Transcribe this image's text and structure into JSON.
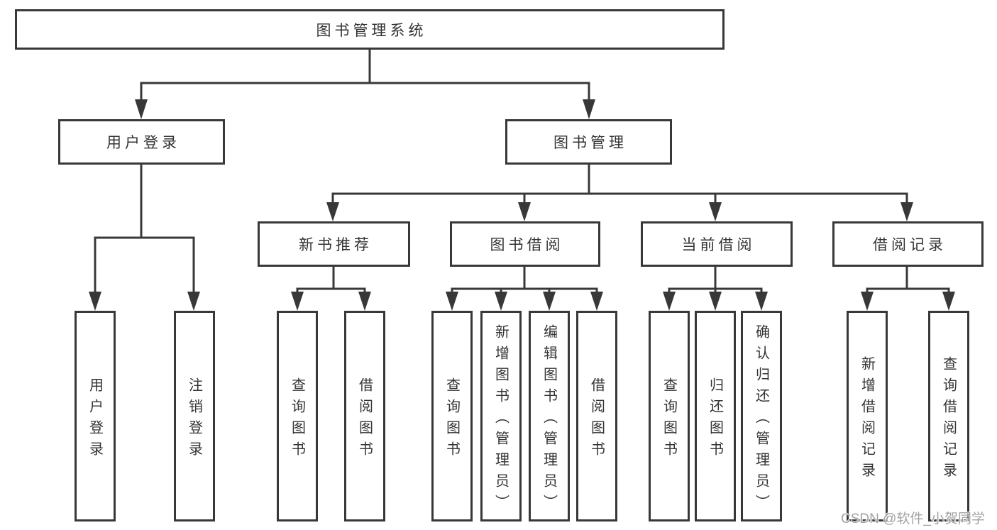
{
  "title": {
    "label": "图书管理系统"
  },
  "level2": {
    "user_login": "用户登录",
    "book_mgmt": "图书管理"
  },
  "level3": {
    "new_book": "新书推荐",
    "book_borrow": "图书借阅",
    "current_borrow": "当前借阅",
    "borrow_record": "借阅记录"
  },
  "leaves": {
    "user_login": [
      "用户登录",
      "注销登录"
    ],
    "new_book": [
      "查询图书",
      "借阅图书"
    ],
    "book_borrow": [
      "查询图书",
      "新增图书（管理员）",
      "编辑图书（管理员）",
      "借阅图书"
    ],
    "current_borrow": [
      "查询图书",
      "归还图书",
      "确认归还（管理员）"
    ],
    "borrow_record": [
      "新增借阅记录",
      "查询借阅记录"
    ]
  },
  "watermark": "CSDN @软件_小贺同学",
  "colors": {
    "line": "#383838",
    "border": "#383838",
    "text": "#333333",
    "watermark": "#a2a2a2",
    "background": "#ffffff"
  }
}
